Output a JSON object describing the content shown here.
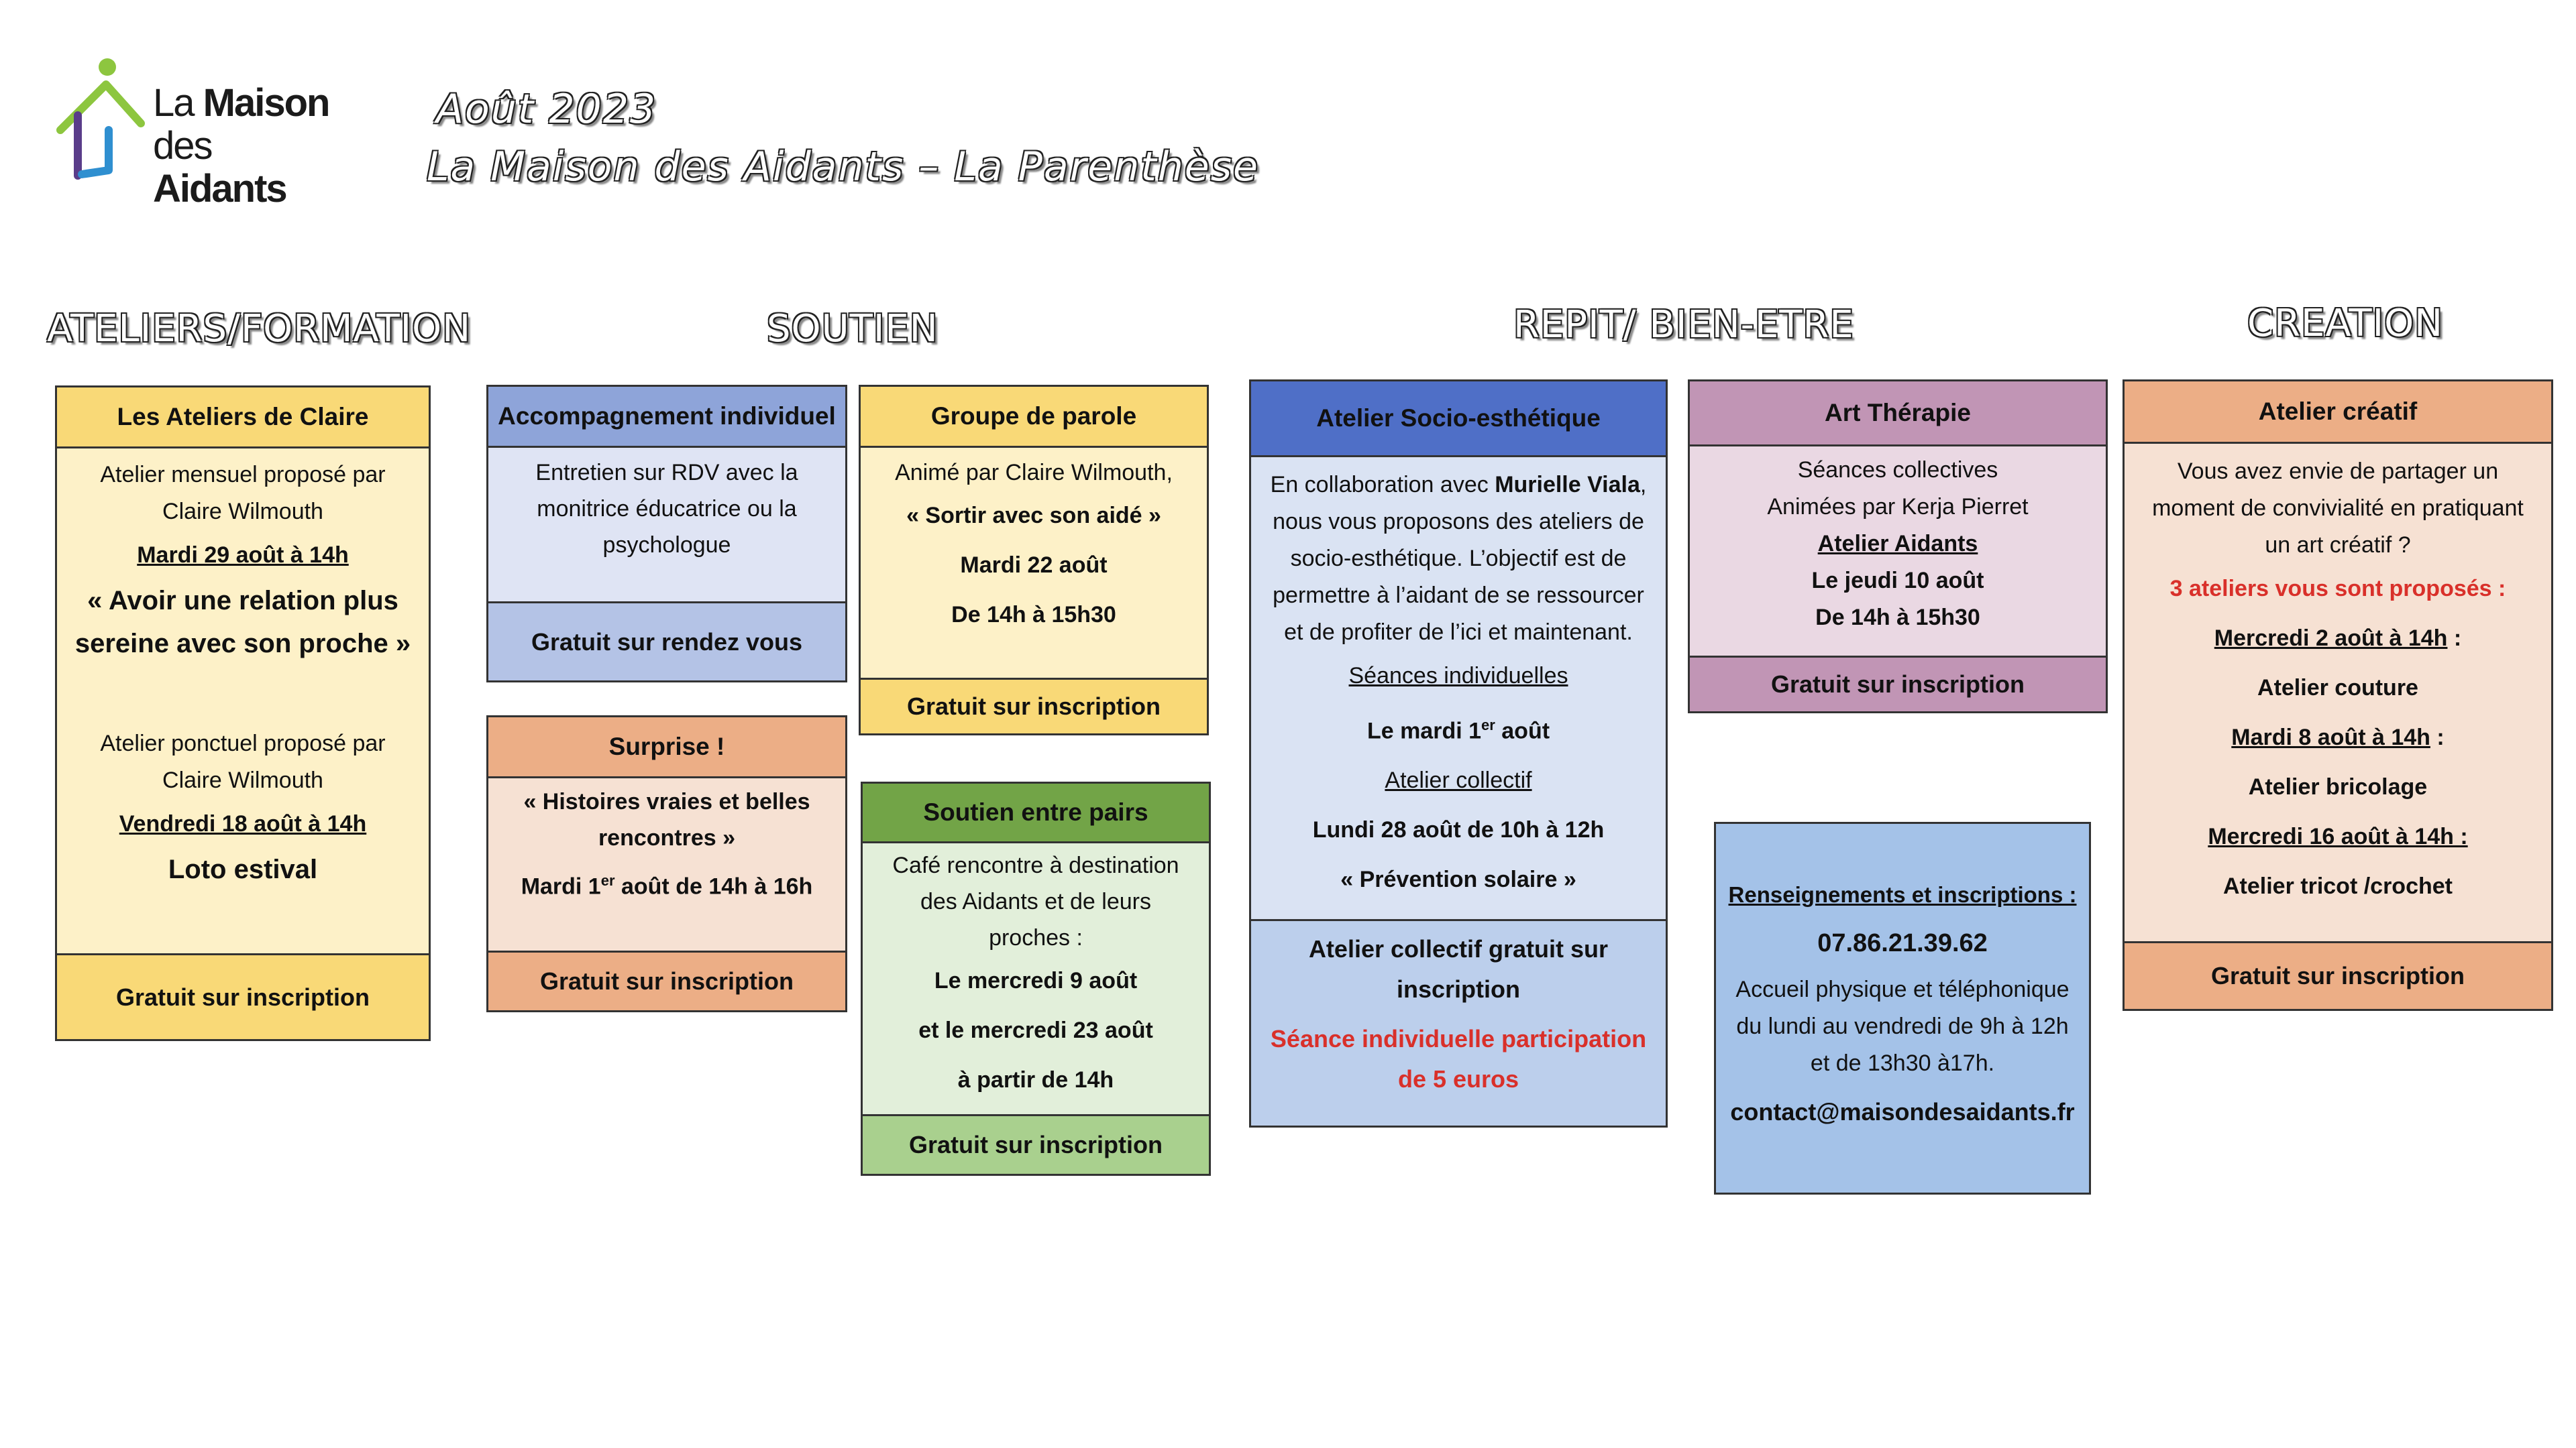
{
  "header": {
    "logo_line1_light": "La ",
    "logo_line1_bold": "Maison",
    "logo_line2_light": "des ",
    "logo_line2_bold": "Aidants",
    "month": "Août 2023",
    "subtitle": "La Maison des Aidants – La Parenthèse"
  },
  "sections": {
    "ateliers": "ATELIERS/FORMATION",
    "soutien": "SOUTIEN",
    "repit": "REPIT/ BIEN-ETRE",
    "creation": "CREATION"
  },
  "colors": {
    "yellow_head": "#f9d977",
    "yellow_body": "#fdf1c8",
    "blue_head": "#8ea4d9",
    "blue_body": "#dfe4f4",
    "blue_foot": "#b4c3e6",
    "orange_head": "#ecae86",
    "orange_body": "#f6e1d3",
    "green_head": "#72a447",
    "green_body": "#e2efda",
    "green_foot": "#a9d08e",
    "royal_head": "#4f6fc7",
    "royal_body": "#dae3f3",
    "royal_foot": "#bccfec",
    "mauve_head": "#c195b5",
    "mauve_body": "#ead8e3",
    "contact_bg": "#a4c2e8",
    "red_text": "#d9302a"
  },
  "claire": {
    "title": "Les Ateliers de Claire",
    "l1": "Atelier mensuel proposé par",
    "l2": "Claire Wilmouth",
    "date1": "Mardi 29 août à 14h",
    "q1": "« Avoir une relation plus",
    "q2": "sereine avec son proche »",
    "l3": "Atelier ponctuel proposé par",
    "l4": "Claire Wilmouth",
    "date2": "Vendredi 18 août à 14h",
    "event": "Loto estival",
    "footer": "Gratuit sur inscription"
  },
  "accompagnement": {
    "title": "Accompagnement individuel",
    "l1": "Entretien sur RDV avec la",
    "l2": "monitrice éducatrice ou la",
    "l3": "psychologue",
    "footer": "Gratuit sur rendez vous"
  },
  "surprise": {
    "title": "Surprise !",
    "l1": "« Histoires vraies et belles",
    "l2": "rencontres »",
    "date_a": "Mardi 1",
    "date_sup": "er",
    "date_b": " août de 14h à 16h",
    "footer": "Gratuit sur inscription"
  },
  "groupe": {
    "title": "Groupe de parole",
    "l1": "Animé par Claire Wilmouth,",
    "l2": "« Sortir avec son aidé »",
    "l3": "Mardi 22 août",
    "l4": "De 14h à 15h30",
    "footer": "Gratuit sur inscription"
  },
  "pairs": {
    "title": "Soutien entre pairs",
    "l1": "Café rencontre à destination",
    "l2": "des Aidants et de leurs",
    "l3": "proches :",
    "l4": "Le mercredi 9 août",
    "l5": "et le mercredi 23 août",
    "l6": "à partir de 14h",
    "footer": "Gratuit sur inscription"
  },
  "socio": {
    "title": "Atelier Socio-esthétique",
    "l1a": "En collaboration avec ",
    "l1b": "Murielle Viala",
    "l1c": ",",
    "l2": "nous vous proposons des ateliers de",
    "l3": "socio-esthétique. L’objectif est de",
    "l4": "permettre à l’aidant de se ressourcer",
    "l5": "et de profiter de l’ici et maintenant.",
    "l6": "Séances individuelles",
    "l7a": "Le mardi 1",
    "l7sup": "er",
    "l7b": " août",
    "l8": "Atelier collectif",
    "l9": "Lundi 28 août de 10h à 12h",
    "l10": "« Prévention solaire »",
    "f1": "Atelier collectif gratuit sur",
    "f2": "inscription",
    "f3": "Séance individuelle participation",
    "f4": "de 5 euros"
  },
  "art": {
    "title": "Art Thérapie",
    "l1": "Séances collectives",
    "l2": "Animées par Kerja Pierret",
    "l3": "Atelier Aidants",
    "l4": "Le jeudi 10 août",
    "l5": "De 14h à 15h30",
    "footer": "Gratuit sur inscription"
  },
  "contact": {
    "heading": "Renseignements et inscriptions :",
    "phone": "07.86.21.39.62",
    "l1": "Accueil physique et téléphonique",
    "l2": "du lundi au vendredi de 9h à 12h",
    "l3": "et de 13h30 à17h.",
    "email": "contact@maisondesaidants.fr"
  },
  "creatif": {
    "title": "Atelier créatif",
    "l1": "Vous avez envie de partager un",
    "l2": "moment de convivialité en pratiquant",
    "l3": "un art créatif ?",
    "l4": "3 ateliers vous sont proposés :",
    "d1": "Mercredi 2 août à 14h",
    "colon": " :",
    "a1": "Atelier couture",
    "d2": "Mardi 8 août à 14h",
    "a2": "Atelier bricolage",
    "d3": "Mercredi 16 août à 14h :",
    "a3": "Atelier tricot /crochet",
    "footer": "Gratuit sur inscription"
  }
}
